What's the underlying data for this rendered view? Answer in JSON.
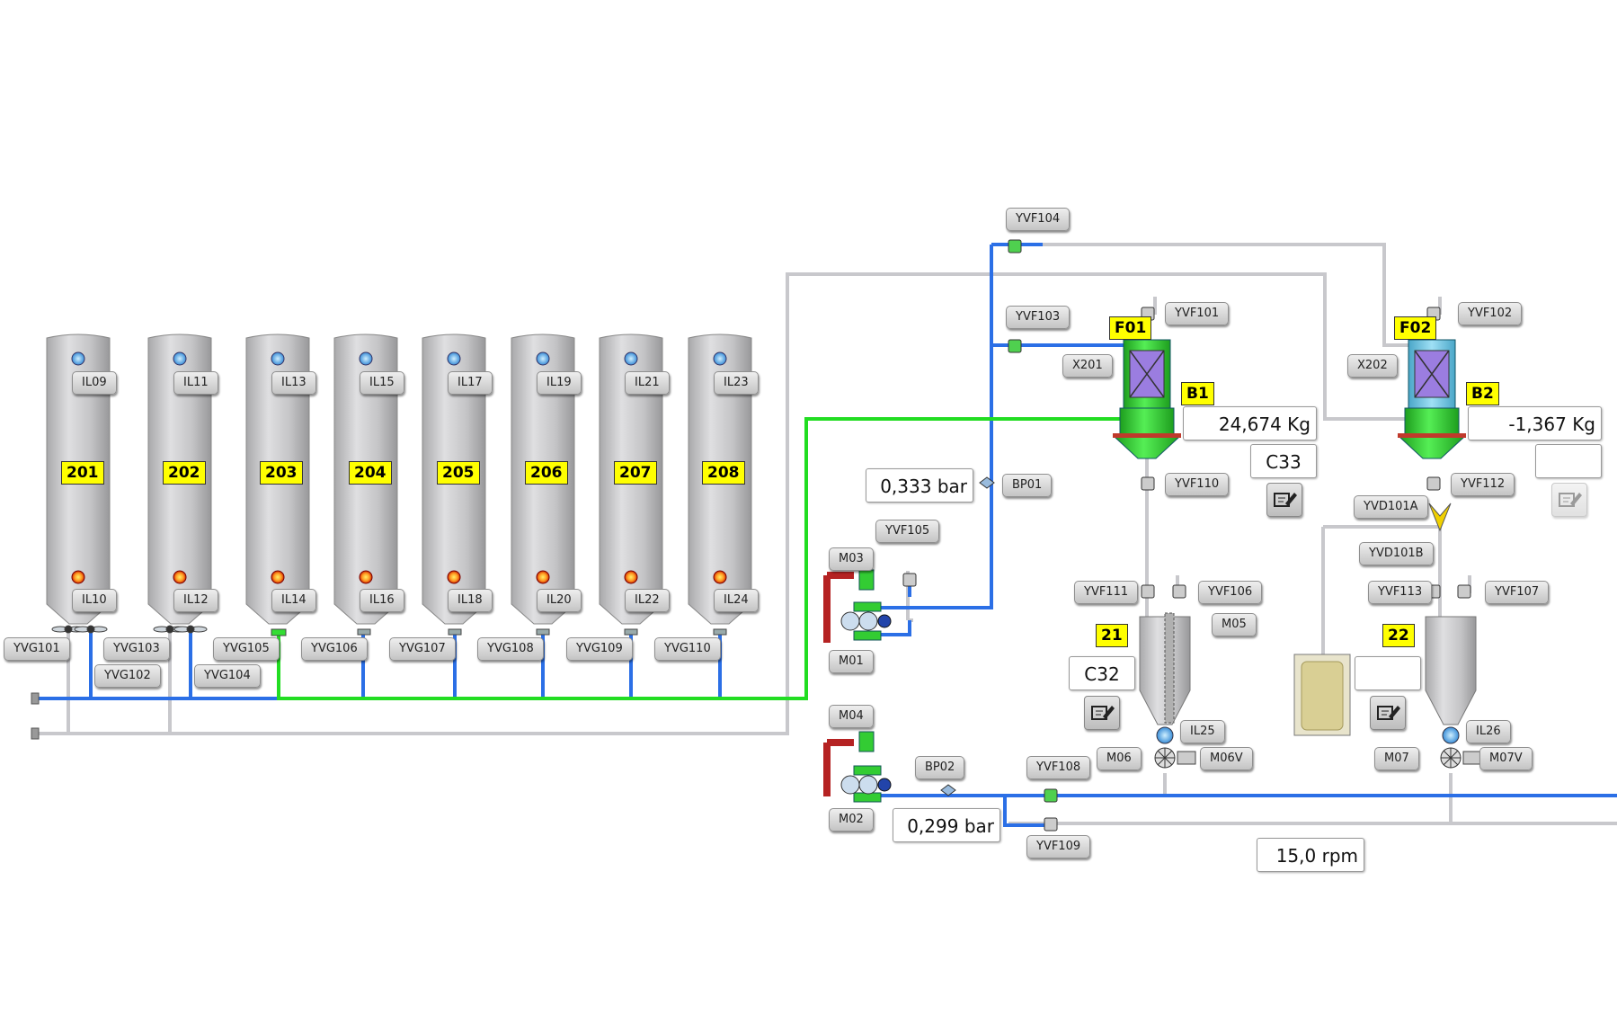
{
  "silos": [
    {
      "number": "201",
      "level_top": "IL09",
      "level_bottom": "IL10"
    },
    {
      "number": "202",
      "level_top": "IL11",
      "level_bottom": "IL12"
    },
    {
      "number": "203",
      "level_top": "IL13",
      "level_bottom": "IL14"
    },
    {
      "number": "204",
      "level_top": "IL15",
      "level_bottom": "IL16"
    },
    {
      "number": "205",
      "level_top": "IL17",
      "level_bottom": "IL18"
    },
    {
      "number": "206",
      "level_top": "IL19",
      "level_bottom": "IL20"
    },
    {
      "number": "207",
      "level_top": "IL21",
      "level_bottom": "IL22"
    },
    {
      "number": "208",
      "level_top": "IL23",
      "level_bottom": "IL24"
    }
  ],
  "silo_valves": [
    "YVG101",
    "YVG103",
    "YVG102",
    "YVG104",
    "YVG105",
    "YVG106",
    "YVG107",
    "YVG108",
    "YVG109",
    "YVG110"
  ],
  "filters": [
    {
      "number": "F01",
      "vibrator": "X201",
      "scale": "B1",
      "weight": "24,674 Kg",
      "recipe": "C33",
      "top_valve": "YVF101",
      "feed_valve": "YVF103",
      "outlet_valve": "YVF110"
    },
    {
      "number": "F02",
      "vibrator": "X202",
      "scale": "B2",
      "weight": "-1,367 Kg",
      "recipe": "",
      "top_valve": "YVF102",
      "feed_valve": "",
      "outlet_valve": "YVF112"
    }
  ],
  "line_valves": {
    "yvf104": "YVF104",
    "yvf105": "YVF105",
    "yvf108": "YVF108",
    "yvf109": "YVF109"
  },
  "diverter": {
    "a": "YVD101A",
    "b": "YVD101B"
  },
  "pressure": [
    {
      "tag": "BP01",
      "value": "0,333 bar"
    },
    {
      "tag": "BP02",
      "value": "0,299 bar"
    }
  ],
  "blowers": [
    {
      "fan": "M03",
      "motor": "M01"
    },
    {
      "fan": "M04",
      "motor": "M02"
    }
  ],
  "hoppers": [
    {
      "number": "21",
      "recipe": "C32",
      "in_valve": "YVF111",
      "air_valve": "YVF106",
      "agitator": "M05",
      "level": "IL25",
      "feeder": "M06",
      "feeder_valve": "M06V"
    },
    {
      "number": "22",
      "recipe": "",
      "in_valve": "YVF113",
      "air_valve": "YVF107",
      "agitator": "",
      "level": "IL26",
      "feeder": "M07",
      "feeder_valve": "M07V"
    }
  ],
  "speed": "15,0 rpm",
  "colors": {
    "pipe_active": "#2b6fe6",
    "pipe_flow": "#22dd22",
    "pipe_idle": "#c8c8cc",
    "label_yellow": "#ffff00",
    "vessel_green": "#33cc33",
    "filter_purple": "#9b7de0"
  }
}
